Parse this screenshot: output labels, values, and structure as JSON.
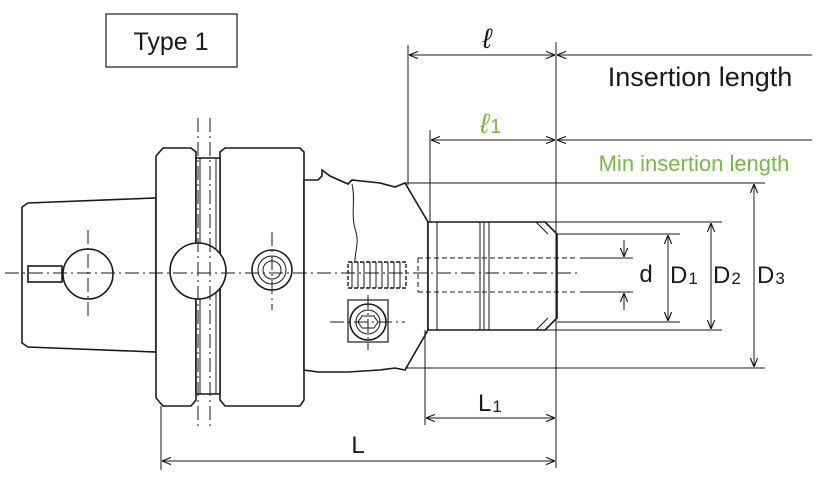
{
  "type_label": "Type 1",
  "labels": {
    "l": "ℓ",
    "l1_main": "ℓ",
    "l1_sub": "1",
    "insertion_length": "Insertion length",
    "min_insertion_length": "Min insertion length",
    "d": "d",
    "D1_main": "D",
    "D1_sub": "1",
    "D2_main": "D",
    "D2_sub": "2",
    "D3_main": "D",
    "D3_sub": "3",
    "L1_main": "L",
    "L1_sub": "1",
    "L": "L"
  },
  "colors": {
    "line": "#1a1a1a",
    "accent_green": "#7ab648"
  }
}
